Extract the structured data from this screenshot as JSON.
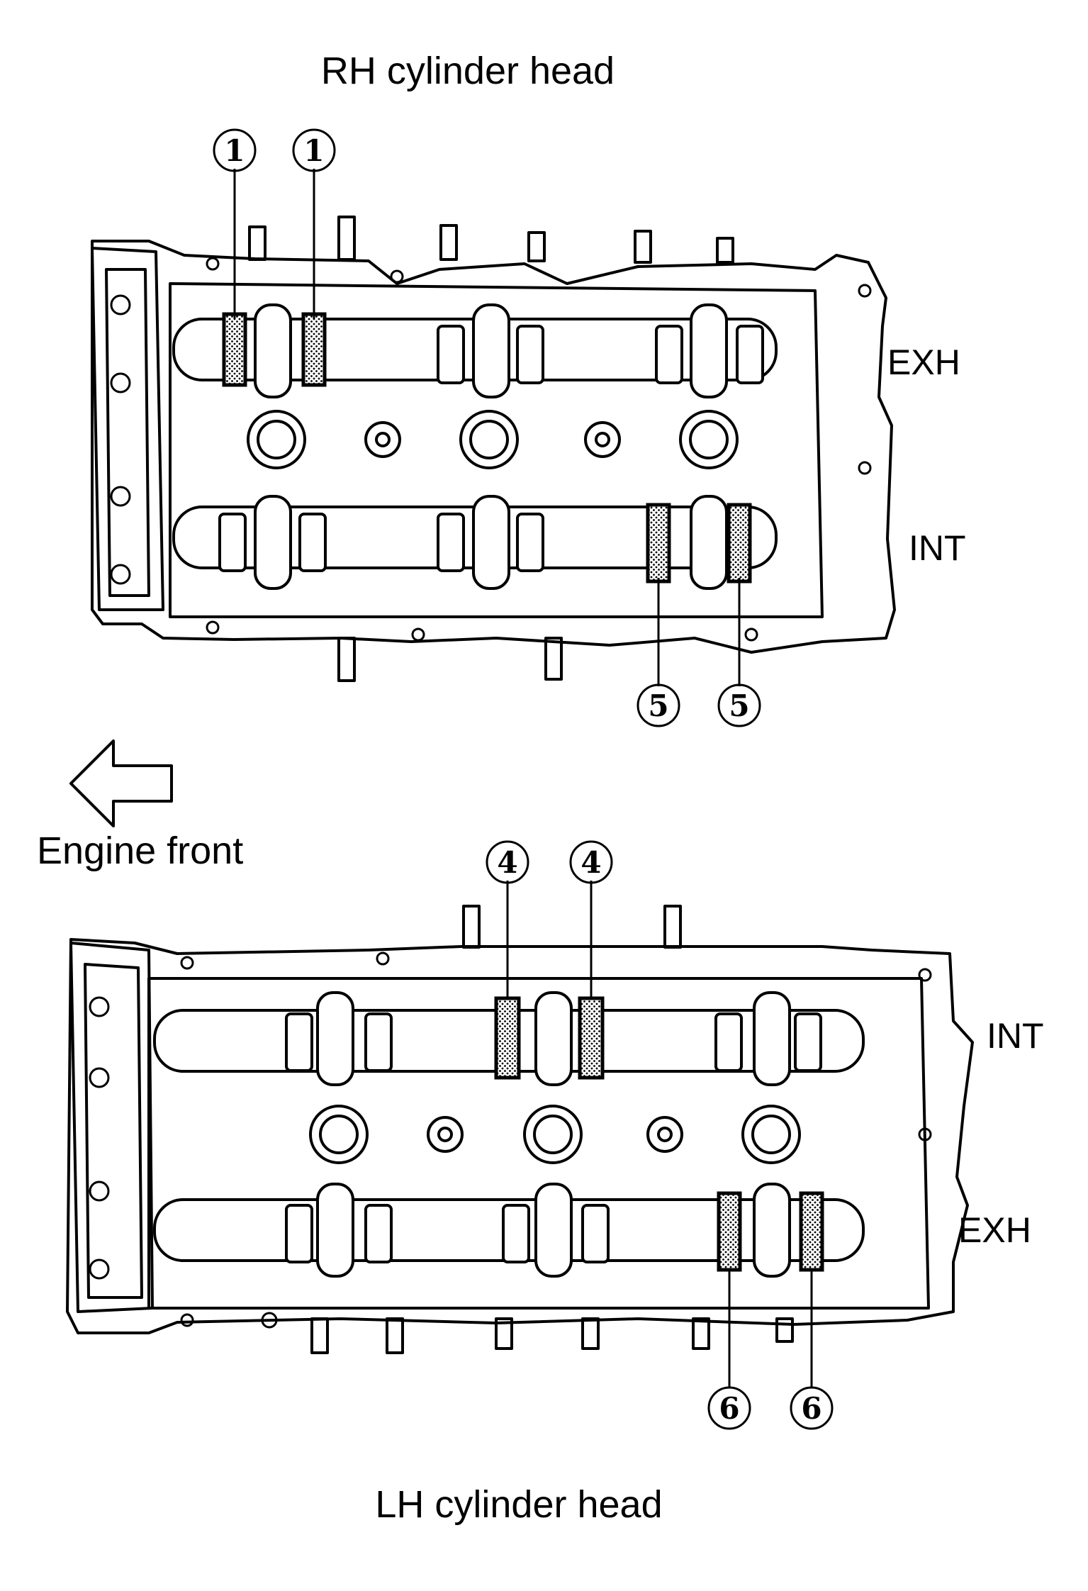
{
  "rh_head": {
    "title": "RH cylinder head",
    "top_label": "EXH",
    "bottom_label": "INT",
    "callouts": [
      "1",
      "1",
      "5",
      "5"
    ]
  },
  "engine_front_label": "Engine front",
  "lh_head": {
    "title": "LH cylinder head",
    "top_label": "INT",
    "bottom_label": "EXH",
    "callouts": [
      "4",
      "4",
      "6",
      "6"
    ]
  },
  "icons": [
    "engine-front-arrow-icon"
  ]
}
